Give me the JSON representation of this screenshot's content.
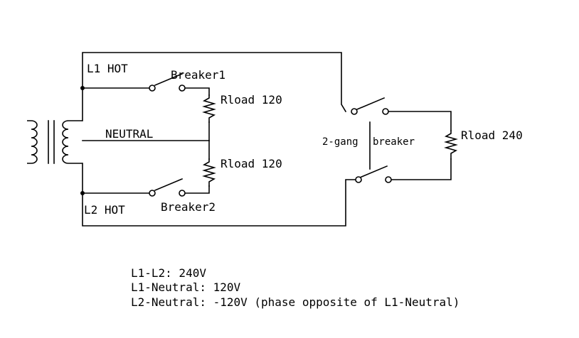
{
  "labels": {
    "l1_hot": "L1 HOT",
    "l2_hot": "L2 HOT",
    "neutral": "NEUTRAL",
    "breaker1": "Breaker1",
    "breaker2": "Breaker2",
    "rload_120_top": "Rload 120",
    "rload_120_bottom": "Rload 120",
    "gang_left": "2-gang",
    "gang_right": "breaker",
    "rload_240": "Rload 240"
  },
  "notes": [
    "L1-L2: 240V",
    "L1-Neutral: 120V",
    "L2-Neutral: -120V (phase opposite of L1-Neutral)"
  ]
}
